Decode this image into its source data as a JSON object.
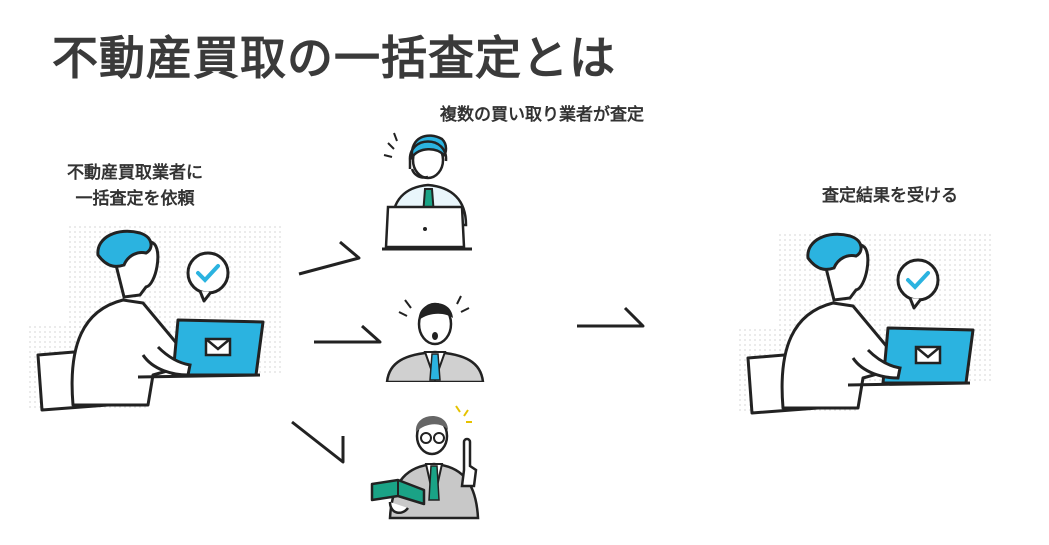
{
  "title": "不動産買取の一括査定とは",
  "steps": {
    "request": {
      "line1": "不動産買取業者に",
      "line2": "一括査定を依頼"
    },
    "appraise": {
      "label": "複数の買い取り業者が査定"
    },
    "result": {
      "label": "査定結果を受ける"
    }
  },
  "colors": {
    "accent": "#2bb3e0",
    "tie": "#1aa386",
    "ink": "#222222",
    "suit": "#c8c8c8",
    "dots": "#e6e6e6"
  },
  "icons": [
    "check-bubble-icon",
    "mail-icon",
    "headset-icon",
    "laptop-icon",
    "surprise-lines-icon",
    "idea-sparkle-icon",
    "book-icon"
  ]
}
